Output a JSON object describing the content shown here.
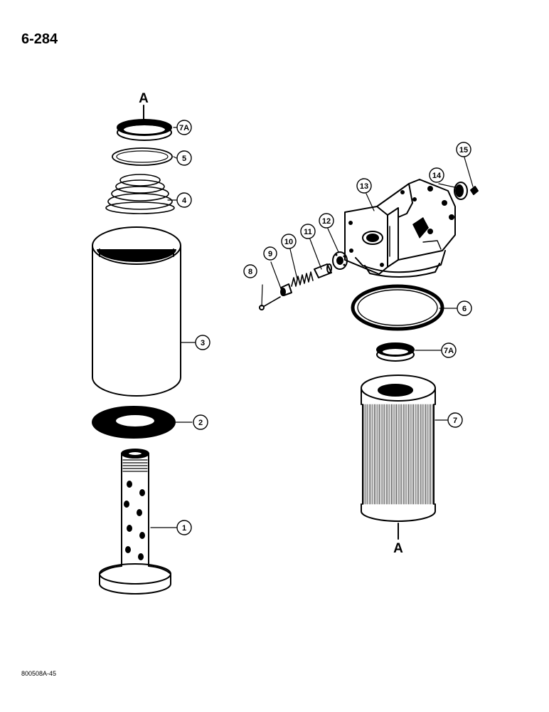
{
  "page_number": "6-284",
  "reference_code": "800508A-45",
  "end_labels": {
    "top": "A",
    "bottom": "A"
  },
  "callouts": {
    "c1": "1",
    "c2": "2",
    "c3": "3",
    "c4": "4",
    "c5": "5",
    "c6": "6",
    "c7": "7",
    "c7a_top": "7A",
    "c7a_mid": "7A",
    "c8": "8",
    "c9": "9",
    "c10": "10",
    "c11": "11",
    "c12": "12",
    "c13": "13",
    "c14": "14",
    "c15": "15"
  }
}
